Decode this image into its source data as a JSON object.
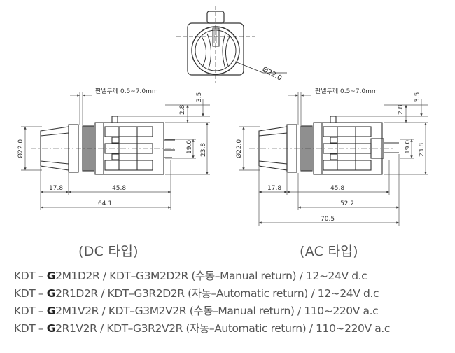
{
  "top_view": {
    "diameter_label": "Ø22.0"
  },
  "dc_view": {
    "panel_label": "판넬두께  0.5~7.0mm",
    "dims": {
      "left_dia": "Ø22.0",
      "d_2_8": "2.8",
      "d_3_5": "3.5",
      "d_19_0": "19.0",
      "d_23_8": "23.8",
      "d_17_8": "17.8",
      "d_45_8": "45.8",
      "d_64_1": "64.1"
    }
  },
  "ac_view": {
    "panel_label": "판넬두께  0.5~7.0mm",
    "dims": {
      "left_dia": "Ø22.0",
      "d_2_8": "2.8",
      "d_3_5": "3.5",
      "d_19_0": "19.0",
      "d_23_8": "23.8",
      "d_17_8": "17.8",
      "d_45_8": "45.8",
      "d_52_2": "52.2",
      "d_70_5": "70.5"
    }
  },
  "captions": {
    "dc": "(DC 타입)",
    "ac": "(AC 타입)"
  },
  "models": [
    {
      "prefix": "KDT – ",
      "bold": "G",
      "rest": "2M1D2R /  KDT–G3M2D2R (수동–Manual return) / 12~24V d.c"
    },
    {
      "prefix": "KDT – ",
      "bold": "G",
      "rest": "2R1D2R /  KDT–G3R2D2R (자동–Automatic return) / 12~24V d.c"
    },
    {
      "prefix": "KDT – ",
      "bold": "G",
      "rest": "2M1V2R /  KDT–G3M2V2R (수동–Manual return) / 110~220V a.c"
    },
    {
      "prefix": "KDT – ",
      "bold": "G",
      "rest": "2R1V2R /  KDT–G3R2V2R (자동–Automatic return) / 110~220V a.c"
    }
  ],
  "colors": {
    "line": "#333333",
    "dim": "#555555"
  }
}
